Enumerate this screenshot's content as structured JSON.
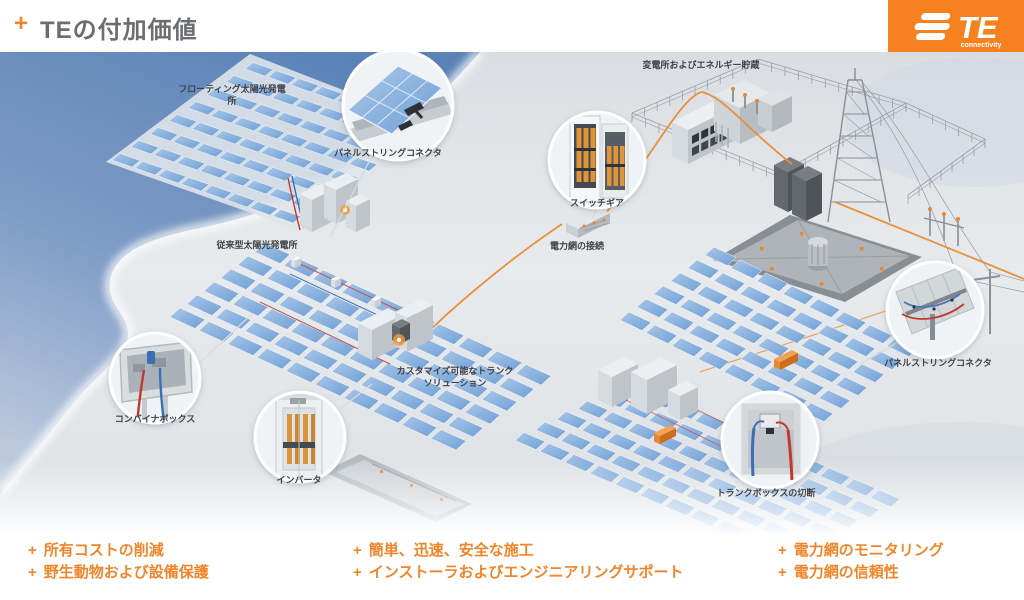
{
  "header": {
    "bullet": "+",
    "title": "TEの付加価値",
    "logo": {
      "brand": "TE",
      "tagline": "connectivity"
    }
  },
  "scene": {
    "labels": {
      "floating_plant": "フローティング太陽光発電所",
      "panel_string_connector_left": "パネルストリングコネクタ",
      "substation_storage": "変電所およびエネルギー貯蔵",
      "switchgear": "スイッチギア",
      "grid_connection": "電力網の接続",
      "conventional_plant": "従来型太陽光発電所",
      "trunk_solution": "カスタマイズ可能なトランクソリューション",
      "combiner_box": "コンバイナボックス",
      "inverter": "インバータ",
      "panel_string_connector_right": "パネルストリングコネクタ",
      "trunk_box_disconnect": "トランクボックスの切断"
    }
  },
  "benefits": {
    "bullet": "+",
    "columns": [
      {
        "items": [
          "所有コストの削減",
          "野生動物および設備保護"
        ]
      },
      {
        "items": [
          "簡単、迅速、安全な施工",
          "インストーラおよびエンジニアリングサポート"
        ]
      },
      {
        "items": [
          "電力網のモニタリング",
          "電力網の信頼性"
        ]
      }
    ]
  },
  "colors": {
    "accent_orange": "#F5821F",
    "title_gray": "#6B6D70",
    "water_blue": "#5B83B7",
    "land_gray": "#E2E5E8"
  }
}
